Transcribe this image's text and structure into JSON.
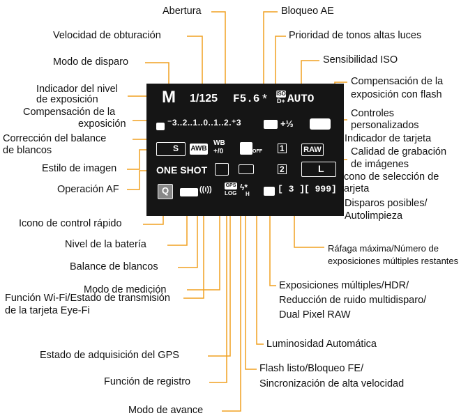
{
  "labels": {
    "abertura": "Abertura",
    "bloqueo_ae": "Bloqueo AE",
    "velocidad": "Velocidad de obturación",
    "prioridad": "Prioridad de tonos altas luces",
    "modo_disparo": "Modo de disparo",
    "iso": "Sensibilidad ISO",
    "indicador_l1": "Indicador del nivel",
    "indicador_l2": "de exposición",
    "comp_flash_l1": "Compensación de la",
    "comp_flash_l2": "exposición con flash",
    "comp_exp_l1": "Compensación de la",
    "comp_exp_l2": "exposición",
    "controles_l1": "Controles",
    "controles_l2": "personalizados",
    "correccion_l1": "Corrección del balance",
    "correccion_l2": "de blancos",
    "ind_tarjeta": "Indicador de tarjeta",
    "calidad_l1": "Calidad de grabación",
    "calidad_l2": "de imágenes",
    "estilo": "Estilo de imagen",
    "icono_sel_l1": "Icono de selección de",
    "icono_sel_l2": "tarjeta",
    "operacion_af": "Operación AF",
    "disparos_l1": "Disparos posibles/",
    "disparos_l2": "Autolimpieza",
    "control_rapido": "Icono de control rápido",
    "nivel_bateria": "Nivel de la batería",
    "rafaga_l1": "Ráfaga máxima/Número de",
    "rafaga_l2": "exposiciones múltiples restantes",
    "balance": "Balance de blancos",
    "medicion": "Modo de medición",
    "expo_mult_l1": "Exposiciones múltiples/HDR/",
    "expo_mult_l2": "Reducción de ruido multidisparo/",
    "expo_mult_l3": "Dual Pixel RAW",
    "wifi_l1": "Función Wi-Fi/Estado de transmisión",
    "wifi_l2": "de la tarjeta Eye-Fi",
    "luminosidad": "Luminosidad Automática",
    "gps": "Estado de adquisición del GPS",
    "flash_l1": "Flash listo/Bloqueo FE/",
    "flash_l2": "Sincronización de alta velocidad",
    "registro": "Función de registro",
    "avance": "Modo de avance"
  },
  "screen": {
    "mode": "M",
    "shutter": "1/125",
    "aperture": "F5.6",
    "ae_lock": "*",
    "iso_badge": "ISO",
    "htp": "D+",
    "iso_value": "AUTO",
    "exp_scale": "⁻3..2..1..0..1..2.⁺3",
    "flash_comp": "+⅓",
    "picture_style": "S",
    "awb": "AWB",
    "wb_top": "WB",
    "wb_bottom": "+/0",
    "alo": "OFF",
    "card1": "1",
    "raw": "RAW",
    "one_shot": "ONE SHOT",
    "card2": "2",
    "quality": "L",
    "q": "Q",
    "wifi": "((ı))",
    "gps": "GPS",
    "log": "LOG",
    "flash_ready": "ϟ*",
    "flash_h": "H",
    "burst": "[ 3 ]",
    "shots": "[ 999]"
  },
  "colors": {
    "leader": "#f0a020",
    "screen_bg": "#151515"
  }
}
